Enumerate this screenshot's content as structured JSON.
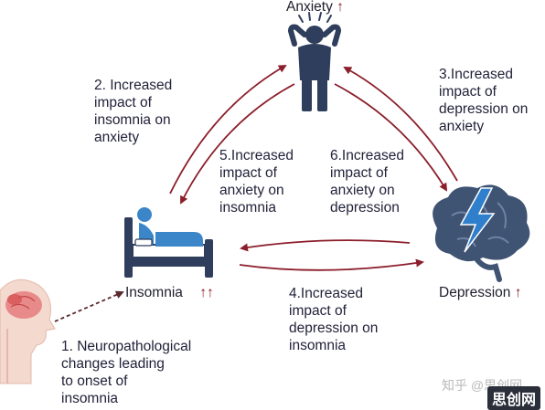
{
  "nodes": {
    "anxiety": {
      "label": "Anxiety",
      "indicator": "↑"
    },
    "insomnia": {
      "label": "Insomnia",
      "indicator": "↑↑"
    },
    "depression": {
      "label": "Depression",
      "indicator": "↑"
    }
  },
  "labels": {
    "l1": "1.  Neuropathological\n     changes leading\n     to onset of\n     insomnia",
    "l2": "2. Increased\nimpact of\ninsomnia on\nanxiety",
    "l3": "3.Increased\nimpact of\ndepression on\nanxiety",
    "l4": "4.Increased\nimpact of\ndepression on\ninsomnia",
    "l5": "5.Increased\nimpact of\nanxiety on\ninsomnia",
    "l6": "6.Increased\nimpact of\nanxiety on\ndepression"
  },
  "watermark": {
    "text": "知乎 @思创网",
    "brand": "思创网"
  },
  "colors": {
    "arrow": "#8b1e2a",
    "icon_dark": "#2f3e5c",
    "icon_blue": "#3a86c8",
    "brain": "#3f5373",
    "bolt": "#2f7fcc"
  }
}
